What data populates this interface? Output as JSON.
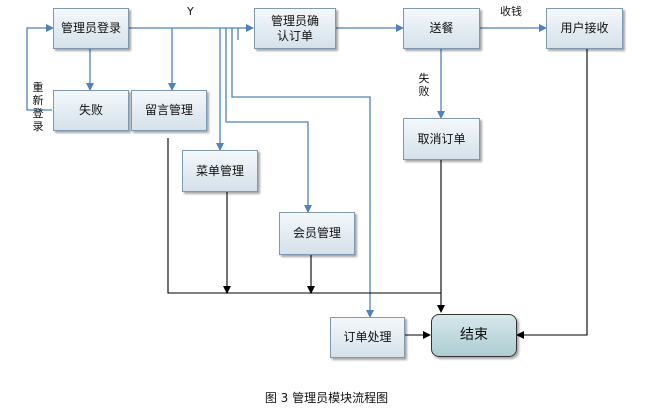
{
  "nodes": {
    "admin_login": "管理员登录",
    "fail": "失败",
    "message_mgmt": "留言管理",
    "menu_mgmt": "菜单管理",
    "member_mgmt": "会员管理",
    "confirm_order": "管理员确认订单",
    "order_process": "订单处理",
    "deliver": "送餐",
    "cancel_order": "取消订单",
    "user_receive": "用户接收",
    "end": "结束"
  },
  "labels": {
    "yes": "Y",
    "relogin": "重新登录",
    "collect_money": "收钱",
    "fail_edge": "失败"
  },
  "caption": "图 3  管理员模块流程图",
  "colors": {
    "flow_blue": "#4f81bd",
    "flow_black": "#000000"
  }
}
